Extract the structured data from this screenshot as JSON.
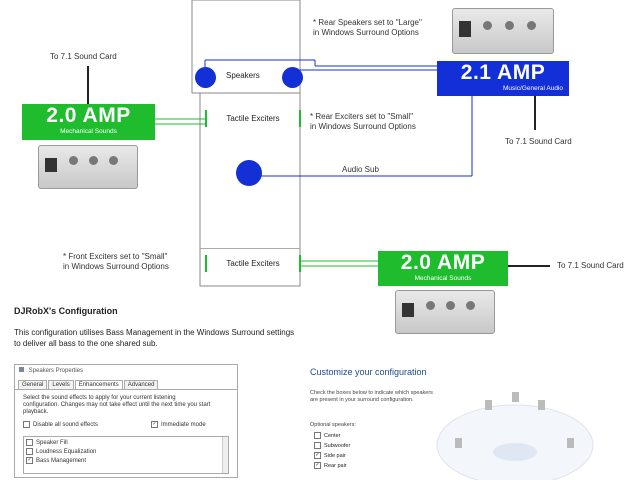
{
  "notes": {
    "rear_speakers": "* Rear Speakers set to \"Large\"\nin Windows Surround Options",
    "rear_exciters": "* Rear Exciters set to \"Small\"\nin Windows Surround Options",
    "front_exciters": "* Front Exciters set to \"Small\"\nin Windows Surround Options"
  },
  "labels": {
    "to_card_left": "To 7.1 Sound Card",
    "to_card_right_top": "To 7.1 Sound Card",
    "to_card_right_bottom": "To 7.1 Sound Card",
    "speakers": "Speakers",
    "tactile_top": "Tactile Exciters",
    "tactile_bottom": "Tactile Exciters",
    "audio_sub": "Audio Sub"
  },
  "amps": {
    "left": {
      "title": "2.0 AMP",
      "subtitle": "Mechanical Sounds"
    },
    "blue": {
      "title": "2.1 AMP",
      "subtitle": "Music/General Audio"
    },
    "right": {
      "title": "2.0 AMP",
      "subtitle": "Mechanical Sounds"
    }
  },
  "config": {
    "heading": "DJRobX's Configuration",
    "description": "This configuration utilises Bass Management in the Windows Surround settings\nto deliver all bass to the one shared sub."
  },
  "speaker_props": {
    "title": "Speakers Properties",
    "tabs": [
      "General",
      "Levels",
      "Enhancements",
      "Advanced"
    ],
    "instructions": "Select the sound effects to apply for your current listening configuration. Changes may not take effect until the next time you start playback.",
    "disable_all": "Disable all sound effects",
    "immediate_mode": "Immediate mode",
    "effects": [
      "Speaker Fill",
      "Loudness Equalization",
      "Bass Management"
    ]
  },
  "customize": {
    "title": "Customize your configuration",
    "instructions": "Check the boxes below to indicate which speakers are present in your surround configuration.",
    "optional_label": "Optional speakers:",
    "options": [
      "Center",
      "Subwoofer",
      "Side pair",
      "Rear pair"
    ]
  },
  "colors": {
    "green": "#1fbd2e",
    "blue": "#1330d8"
  }
}
